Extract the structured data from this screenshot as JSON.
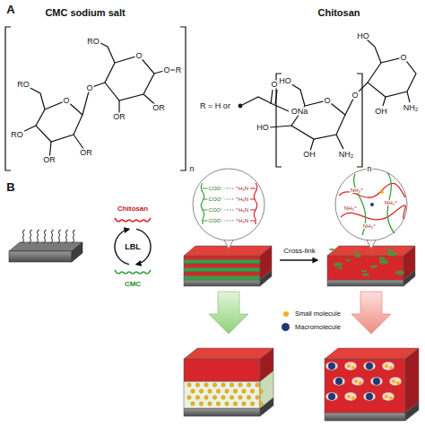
{
  "diagram": {
    "labels": [
      "A",
      "CMC sodium salt",
      "Chitosan",
      "RO",
      "O",
      "O",
      "R",
      "O",
      "OR",
      "OR",
      "RO",
      "O",
      "RO",
      "OR",
      "OR",
      "n",
      "R = H or",
      "O",
      "ONa",
      "HO",
      "O",
      "OH",
      "NH₂",
      "O",
      "HO",
      "O",
      "HO",
      "OH",
      "NH₂",
      "n",
      "B",
      "Chitosan",
      "LBL",
      "CMC",
      "Cross-link",
      "COO⁻",
      "COO⁻",
      "COO⁻",
      "COO⁻",
      "⁺H₃N",
      "⁺H₃N",
      "⁺H₃N",
      "⁺H₃N",
      "NH₃⁺",
      "NH₃⁺",
      "NH₃⁺",
      "NH₃⁺"
    ],
    "legend": [
      {
        "text": "Small molecule",
        "color": "#f2b01e"
      },
      {
        "text": "Macromolecule",
        "color": "#1e3a78"
      }
    ]
  }
}
